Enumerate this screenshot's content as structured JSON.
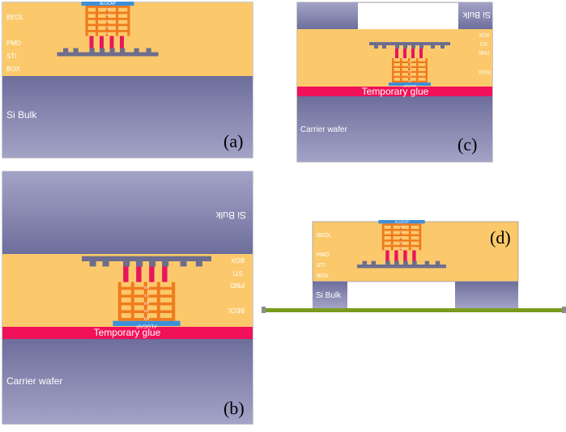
{
  "colors": {
    "oxide": "#fbc96b",
    "bulk_top": "#6e6e9c",
    "bulk_bottom": "#a3a3c7",
    "metal_grid": "#f07a1e",
    "via": "#e8165c",
    "substrate_metal": "#6d6d8e",
    "pad": "#3d8fd9",
    "glue": "#f0115a",
    "film": "#7a9a1e",
    "frame": "#9a9aa6"
  },
  "panels": {
    "a": {
      "tag": "(a)",
      "layers": {
        "beol": "BEOL",
        "pmd": "PMD",
        "sti": "STI",
        "box": "BOX",
        "bulk": "Si Bulk"
      },
      "pad_label": "ALUCAP",
      "grid_labels": [
        "M3",
        "V2",
        "M2",
        "V1",
        "M1"
      ]
    },
    "b": {
      "tag": "(b)",
      "layers": {
        "bulk": "Si Bulk",
        "box": "BOX",
        "sti": "STI",
        "pmd": "PMD",
        "beol": "BEOL"
      },
      "glue": "Temporary glue",
      "carrier": "Carrier wafer",
      "pad_label": "ALUCAP",
      "grid_labels": [
        "M3",
        "V2",
        "M2",
        "V1",
        "M1"
      ]
    },
    "c": {
      "tag": "(c)",
      "layers": {
        "bulk": "Si Bulk",
        "box": "BOX",
        "sti": "STI",
        "pmd": "PMD",
        "beol": "BEOL"
      },
      "glue": "Temporary glue",
      "carrier": "Carrier wafer",
      "pad_label": "ALUCAP",
      "grid_labels": [
        "M3",
        "V2",
        "M2",
        "V1",
        "M1"
      ]
    },
    "d": {
      "tag": "(d)",
      "layers": {
        "beol": "BEOL",
        "pmd": "PMD",
        "sti": "STI",
        "box": "BOX",
        "bulk": "Si Bulk"
      },
      "pad_label": "ALUCAP",
      "grid_labels": [
        "M3",
        "V2",
        "M2",
        "V1",
        "M1"
      ]
    }
  }
}
